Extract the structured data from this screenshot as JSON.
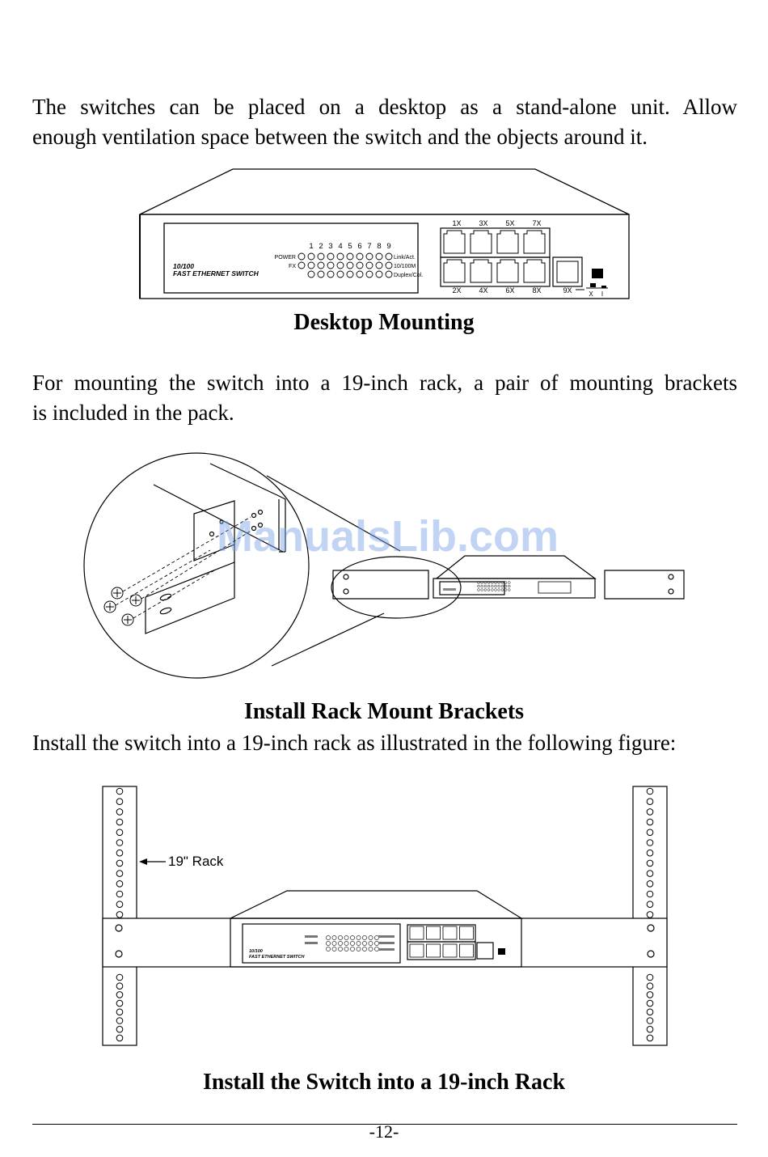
{
  "intro": {
    "line1": "The switches can be placed on a desktop as a stand-alone unit. Allow",
    "line2": "enough ventilation space between the switch and the objects around it."
  },
  "figure1": {
    "caption": "Desktop Mounting",
    "brand_model": "10/100",
    "brand_name": "FAST ETHERNET SWITCH",
    "led_row_labels": [
      "POWER",
      "FX"
    ],
    "led_row_status": [
      "Link/Act.",
      "10/100M",
      "Duplex/Col."
    ],
    "port_numbers": [
      "1",
      "2",
      "3",
      "4",
      "5",
      "6",
      "7",
      "8",
      "9"
    ],
    "top_ports": [
      "1X",
      "3X",
      "5X",
      "7X"
    ],
    "bottom_ports": [
      "2X",
      "4X",
      "6X",
      "8X",
      "9X"
    ],
    "switch_labels": [
      "X",
      "I"
    ]
  },
  "para2": {
    "line1": "For mounting the switch into a 19-inch rack, a pair of mounting brackets",
    "line2": "is included in the pack."
  },
  "figure2": {
    "caption": "Install Rack Mount Brackets"
  },
  "para3": "Install the switch into a 19-inch rack as illustrated in the following figure:",
  "figure3": {
    "rack_label": "19\" Rack",
    "caption": "Install the Switch into a 19-inch Rack"
  },
  "watermark": "ManualsLib.com",
  "page_number": "-12-"
}
